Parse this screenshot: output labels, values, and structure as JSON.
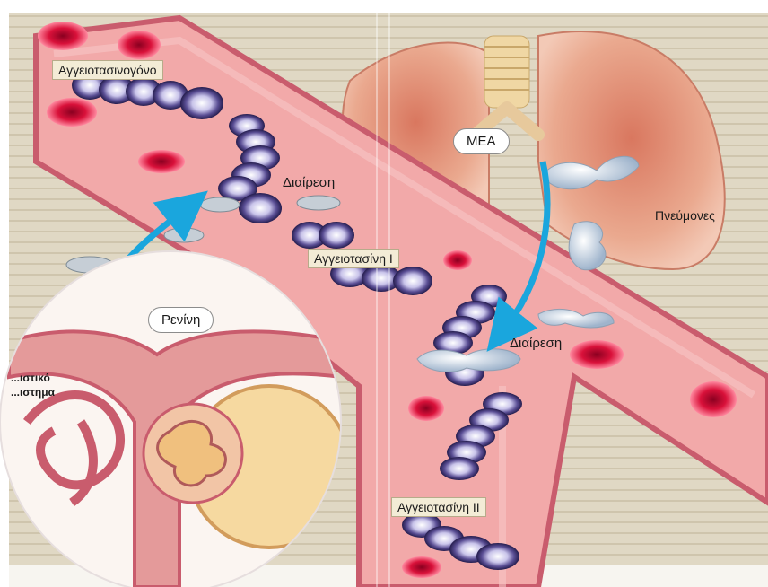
{
  "diagram": {
    "labels": {
      "angiotensinogen": "Αγγειοτασινογόνο",
      "cleavage_1": "Διαίρεση",
      "angiotensin_1": "Αγγειοτασίνη Ι",
      "ace": "ΜΕΑ",
      "lungs": "Πνεύμονες",
      "cleavage_2": "Διαίρεση",
      "renin": "Ρενίνη",
      "juxtaglomerular_line1": "...ιστικό",
      "juxtaglomerular_line2": "...ιστημα",
      "angiotensin_2": "Αγγειοτασίνη ΙΙ"
    },
    "colors": {
      "vessel_fill": "#f2a9a9",
      "vessel_edge": "#c95c6d",
      "blood_cell": "#d9113a",
      "molecule_ring": "#3a2f6b",
      "molecule_core": "#e7e6f7",
      "arrow": "#1aa6dd",
      "lung_tissue": "#e9a890",
      "background_mat": "#d9d1bd"
    }
  }
}
